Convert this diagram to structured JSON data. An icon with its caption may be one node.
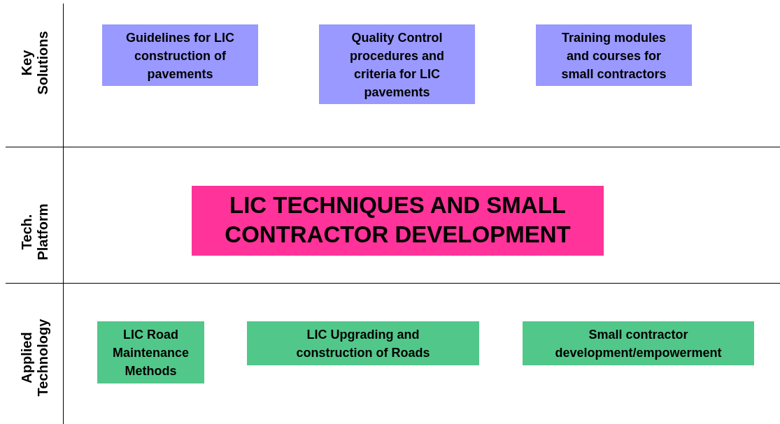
{
  "diagram": {
    "nodes": [
      {
        "text": [
          "Guidelines for LIC construction of pavements"
        ]
      },
      {
        "text": [
          "Quality Control procedures and criteria for LIC pavements"
        ]
      },
      {
        "text": [
          "Training modules and courses for small contractors"
        ]
      },
      {
        "text": [
          "LIC TECHNIQUES AND SMALL CONTRACTOR DEVELOPMENT"
        ]
      },
      {
        "text": [
          "LIC Road Maintenance Methods"
        ]
      },
      {
        "text": [
          "LIC Upgrading and construction of Roads"
        ]
      },
      {
        "text": [
          "Small contractor development/empowerment"
        ]
      }
    ],
    "labels": [
      "Key Solutions",
      "Tech. Platform",
      "Applied Technology"
    ]
  }
}
